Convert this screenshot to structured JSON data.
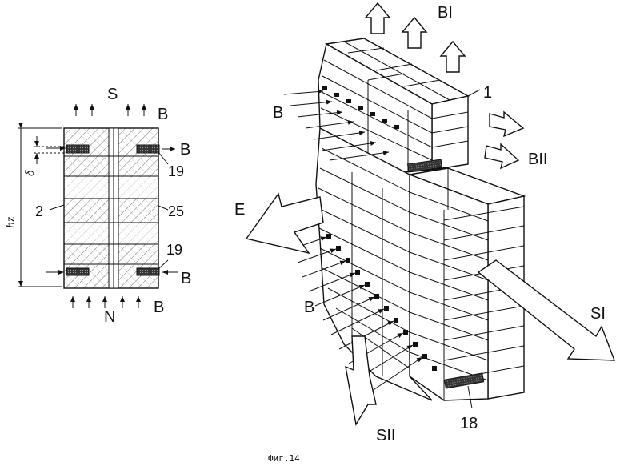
{
  "left_view": {
    "label_top": "S",
    "label_bottom": "N",
    "label_b_top": "B",
    "label_b_upper_right": "B",
    "label_b_lower_right": "B",
    "label_b_bottom": "B",
    "label_19_upper": "19",
    "label_19_lower": "19",
    "label_2": "2",
    "label_25": "25",
    "label_delta": "δ",
    "label_h": "hz"
  },
  "right_view": {
    "label_bi": "BI",
    "label_bii": "BII",
    "label_1": "1",
    "label_b_upper": "B",
    "label_b_lower": "B",
    "label_e": "E",
    "label_si": "SI",
    "label_sii": "SII",
    "label_18": "18"
  },
  "caption": "Фиг.14"
}
